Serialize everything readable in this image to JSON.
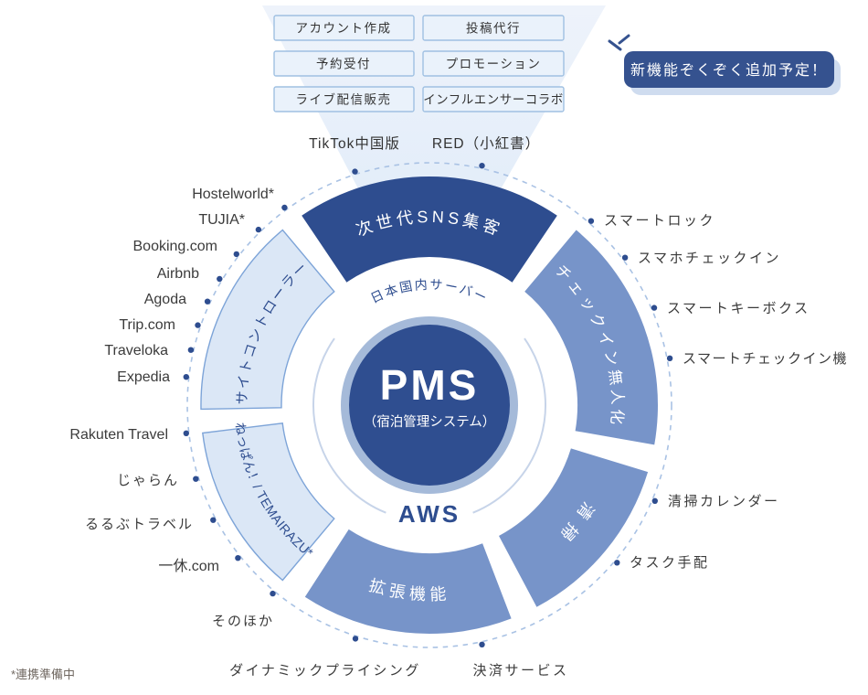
{
  "badge": {
    "label": "新機能ぞくぞく追加予定！"
  },
  "sns_menu": {
    "items": [
      "アカウント作成",
      "投稿代行",
      "予約受付",
      "プロモーション",
      "ライブ配信販売",
      "インフルエンサーコラボ"
    ]
  },
  "sns_platforms": [
    "TikTok中国版",
    "RED（小紅書）"
  ],
  "segments": {
    "sns": "次世代SNS集客",
    "checkin": "チェックイン無人化",
    "cleaning": "清掃",
    "extensions": "拡張機能",
    "neppan": "ねっぱん！/ TEMAIRAZU*",
    "site_controller": "サイトコントローラー"
  },
  "center": {
    "pms": "PMS",
    "subtitle": "（宿泊管理システム）",
    "server": "日本国内サーバー",
    "aws": "AWS"
  },
  "otas": {
    "site_controller": [
      "Hostelworld*",
      "TUJIA*",
      "Booking.com",
      "Airbnb",
      "Agoda",
      "Trip.com",
      "Traveloka",
      "Expedia"
    ],
    "neppan": [
      "Rakuten Travel",
      "じゃらん",
      "るるぶトラベル",
      "一休.com",
      "そのほか"
    ]
  },
  "features": {
    "checkin": [
      "スマートロック",
      "スマホチェックイン",
      "スマートキーボクス",
      "スマートチェックイン機"
    ],
    "cleaning": [
      "清掃カレンダー",
      "タスク手配"
    ],
    "extensions": [
      "ダイナミックプライシング",
      "決済サービス"
    ]
  },
  "footnote": "*連携準備中",
  "palette": {
    "navy": "#2e4d8f",
    "medium_blue": "#7794c9",
    "light_segment_fill": "#dbe7f6",
    "light_segment_border": "#7da4d8",
    "center_rim": "#a5bad9",
    "dashed_circle": "#a9c2e4",
    "box_fill": "#eaf2fb",
    "box_border": "#9fc0e2",
    "badge_shadow": "#cfdcef",
    "funnel_top": "#eef3fb",
    "funnel_bottom": "#e3edf9"
  }
}
